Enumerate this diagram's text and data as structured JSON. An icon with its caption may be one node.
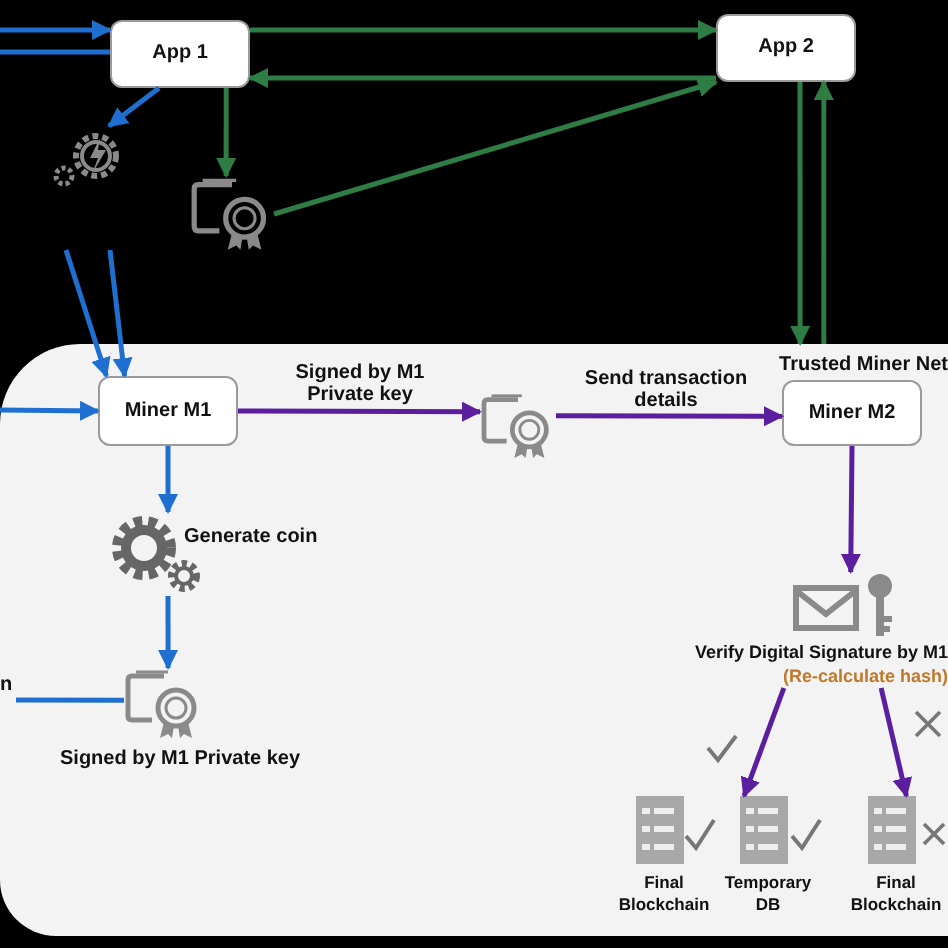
{
  "diagram": {
    "nodes": [
      {
        "text": [
          "App 1"
        ]
      },
      {
        "text": [
          "App 2"
        ]
      },
      {
        "text": [],
        "shape": "picture"
      },
      {
        "text": [],
        "shape": "picture"
      },
      {
        "text": [
          "Trusted Miner Net"
        ]
      },
      {
        "text": [
          "Miner M1"
        ],
        "in": 4
      },
      {
        "text": [],
        "shape": "picture",
        "in": 4
      },
      {
        "text": [
          "Miner M2"
        ],
        "in": 4
      },
      {
        "text": [],
        "shape": "picture",
        "in": 4,
        "beside": [
          "Generate coin"
        ]
      },
      {
        "text": [],
        "shape": "picture",
        "in": 4,
        "beside": [
          "Signed by M1 Private key"
        ]
      },
      {
        "text": [],
        "shape": "picture",
        "in": 4,
        "beside": [
          "Verify Digital Signature by M1",
          "(Re-calculate hash)"
        ]
      },
      {
        "text": [],
        "shape": "picture",
        "in": 4,
        "beside": [
          "Final Blockchain"
        ]
      },
      {
        "text": [],
        "shape": "picture",
        "in": 4,
        "beside": [
          "Temporary DB"
        ]
      },
      {
        "text": [],
        "shape": "picture",
        "in": 4,
        "beside": [
          "Final Blockchain"
        ]
      },
      {
        "text": [
          "n"
        ],
        "in": 4
      }
    ],
    "edges": [
      {
        "from": null,
        "to": 0,
        "arrow": "to"
      },
      {
        "from": 0,
        "to": null,
        "arrow": "none"
      },
      {
        "from": 0,
        "to": 2,
        "arrow": "to"
      },
      {
        "from": 0,
        "to": 1,
        "arrow": "to",
        "color": "#2e7d45"
      },
      {
        "from": 1,
        "to": 0,
        "arrow": "to",
        "color": "#2e7d45"
      },
      {
        "from": 0,
        "to": 3,
        "arrow": "to",
        "color": "#2e7d45"
      },
      {
        "from": 3,
        "to": 1,
        "arrow": "to",
        "color": "#2e7d45"
      },
      {
        "from": 1,
        "to": 4,
        "arrow": "to",
        "color": "#2e7d45"
      },
      {
        "from": 4,
        "to": 1,
        "arrow": "to",
        "color": "#2e7d45"
      },
      {
        "from": null,
        "to": 5,
        "arrow": "to"
      },
      {
        "from": null,
        "to": 5,
        "arrow": "to"
      },
      {
        "from": null,
        "to": 5,
        "arrow": "to"
      },
      {
        "from": 5,
        "to": 6,
        "arrow": "to",
        "label": "Signed by M1 Private key",
        "color": "#5a1e9e"
      },
      {
        "from": 6,
        "to": 7,
        "arrow": "to",
        "label": "Send transaction details",
        "color": "#5a1e9e"
      },
      {
        "from": 5,
        "to": 8,
        "arrow": "to"
      },
      {
        "from": 8,
        "to": 9,
        "arrow": "to"
      },
      {
        "from": 9,
        "to": 14,
        "arrow": "none"
      },
      {
        "from": 7,
        "to": 10,
        "arrow": "to",
        "color": "#5a1e9e"
      },
      {
        "from": 10,
        "to": 12,
        "arrow": "to",
        "color": "#5a1e9e"
      },
      {
        "from": 10,
        "to": 13,
        "arrow": "to",
        "color": "#5a1e9e"
      }
    ]
  }
}
